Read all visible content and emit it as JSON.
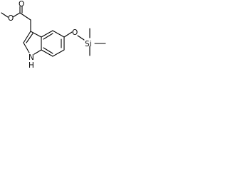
{
  "molecule": {
    "atom_labels": {
      "carbonyl_oxygen": "O",
      "ester_oxygen": "O",
      "ether_oxygen": "O",
      "silicon": "Si",
      "ring_nitrogen": "N",
      "ring_nitrogen_hydrogen": "H"
    },
    "colors": {
      "bond": "#000000",
      "label": "#000000",
      "background": "#ffffff"
    }
  }
}
